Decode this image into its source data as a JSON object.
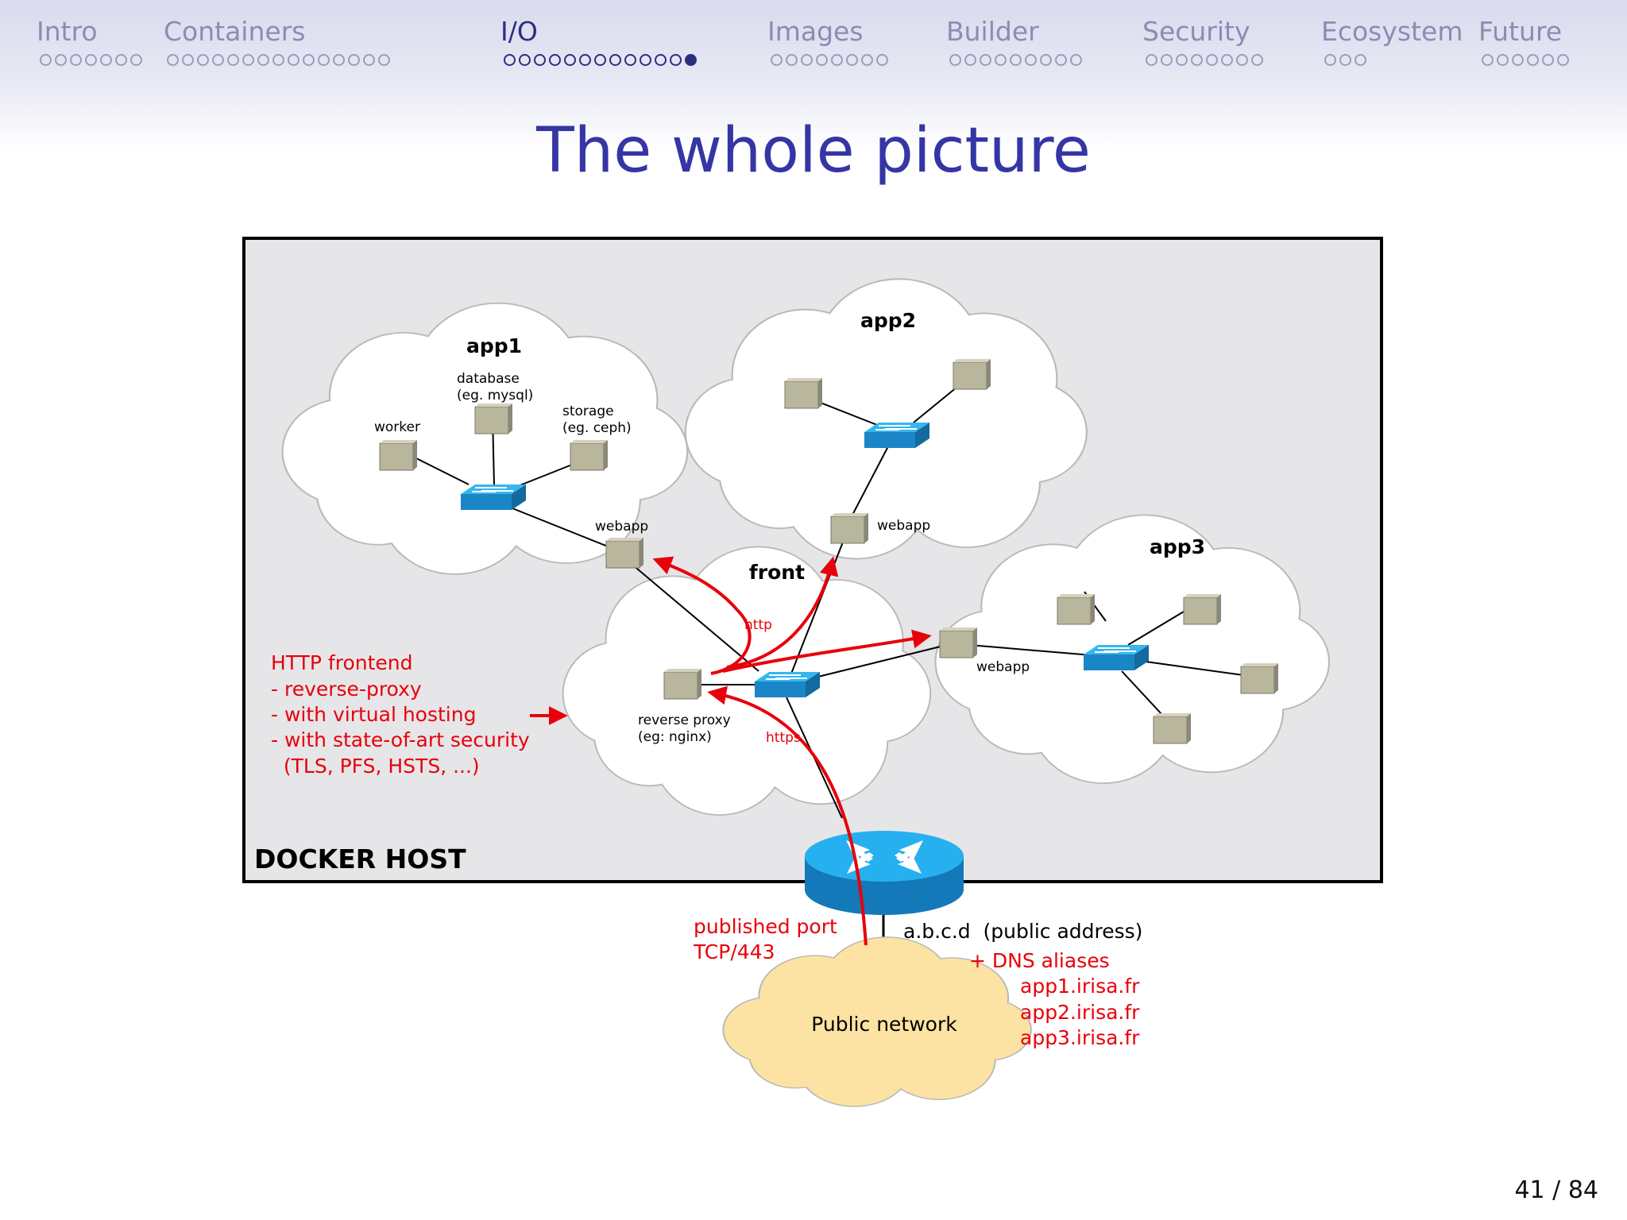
{
  "nav": {
    "sections": [
      {
        "label": "Intro",
        "dots": 7,
        "current": -1
      },
      {
        "label": "Containers",
        "dots": 15,
        "current": -1
      },
      {
        "label": "I/O",
        "dots": 13,
        "current": 12
      },
      {
        "label": "Images",
        "dots": 8,
        "current": -1
      },
      {
        "label": "Builder",
        "dots": 9,
        "current": -1
      },
      {
        "label": "Security",
        "dots": 8,
        "current": -1
      },
      {
        "label": "Ecosystem",
        "dots": 3,
        "current": -1
      },
      {
        "label": "Future",
        "dots": 6,
        "current": -1
      }
    ]
  },
  "slide": {
    "title": "The whole picture",
    "page": "41 / 84"
  },
  "diagram": {
    "host_label": "DOCKER HOST",
    "app1": {
      "title": "app1",
      "database": [
        "database",
        "(eg. mysql)"
      ],
      "storage": [
        "storage",
        "(eg. ceph)"
      ],
      "worker": "worker",
      "webapp": "webapp"
    },
    "app2": {
      "title": "app2",
      "webapp": "webapp"
    },
    "app3": {
      "title": "app3",
      "webapp": "webapp"
    },
    "front": {
      "title": "front",
      "proxy": [
        "reverse proxy",
        "(eg: nginx)"
      ],
      "http": "http",
      "https": "https"
    },
    "note": [
      "HTTP frontend",
      "- reverse-proxy",
      "- with virtual hosting",
      "- with state-of-art security",
      "  (TLS, PFS, HSTS, ...)"
    ],
    "port": [
      "published port",
      "TCP/443"
    ],
    "address": "a.b.c.d  (public address)",
    "dns": [
      "+ DNS aliases",
      "app1.irisa.fr",
      "app2.irisa.fr",
      "app3.irisa.fr"
    ],
    "public_network": "Public network"
  }
}
